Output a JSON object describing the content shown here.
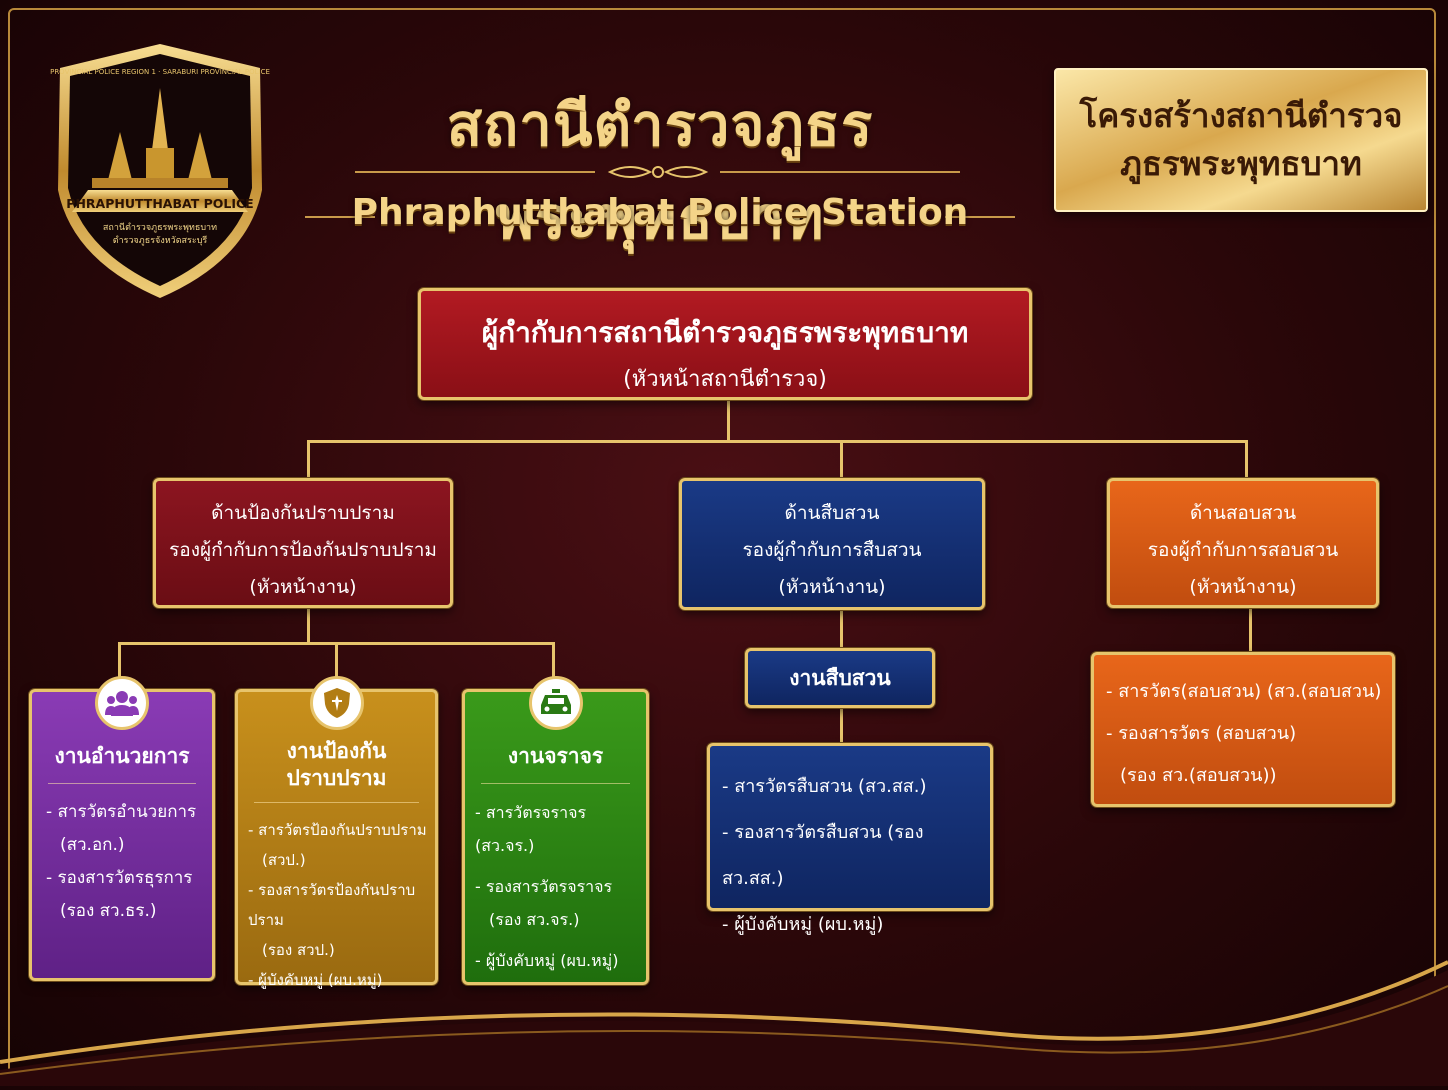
{
  "header": {
    "title_th": "สถานีตำรวจภูธรพระพุทธบาท",
    "title_en": "Phraphutthabat Police Station",
    "corner_line1": "โครงสร้างสถานีตำรวจ",
    "corner_line2": "ภูธรพระพุทธบาท"
  },
  "badge": {
    "arc_left": "PROVINCIAL POLICE REGION 1",
    "arc_right": "SARABURI PROVINCIAL POLICE",
    "banner": "PHRAPHUTTHABAT POLICE",
    "sub1": "สถานีตำรวจภูธรพระพุทธบาท",
    "sub2": "ตำรวจภูธรจังหวัดสระบุรี"
  },
  "chief": {
    "title": "ผู้กำกับการสถานีตำรวจภูธรพระพุทธบาท",
    "role": "(หัวหน้าสถานีตำรวจ)"
  },
  "divisions": {
    "prevention": {
      "l1": "ด้านป้องกันปราบปราม",
      "l2": "รองผู้กำกับการป้องกันปราบปราม",
      "l3": "(หัวหน้างาน)"
    },
    "investigation": {
      "l1": "ด้านสืบสวน",
      "l2": "รองผู้กำกับการสืบสวน",
      "l3": "(หัวหน้างาน)"
    },
    "inquiry": {
      "l1": "ด้านสอบสวน",
      "l2": "รองผู้กำกับการสอบสวน",
      "l3": "(หัวหน้างาน)"
    }
  },
  "units": {
    "admin": {
      "title": "งานอำนวยการ",
      "items": [
        "- สารวัตรอำนวยการ",
        "(สว.อก.)",
        "- รองสารวัตรธุรการ",
        "(รอง สว.ธร.)"
      ]
    },
    "suppression": {
      "title1": "งานป้องกัน",
      "title2": "ปราบปราม",
      "items": [
        "- สารวัตรป้องกันปราบปราม",
        "(สวป.)",
        "- รองสารวัตรป้องกันปราบปราม",
        "(รอง สวป.)",
        "- ผู้บังคับหมู่ (ผบ.หมู่)"
      ]
    },
    "traffic": {
      "title": "งานจราจร",
      "items": [
        "- สารวัตรจราจร (สว.จร.)",
        "- รองสารวัตรจราจร",
        "(รอง สว.จร.)",
        "- ผู้บังคับหมู่ (ผบ.หมู่)"
      ]
    },
    "investigation": {
      "title": "งานสืบสวน",
      "items": [
        "- สารวัตรสืบสวน (สว.สส.)",
        "- รองสารวัตรสืบสวน (รอง สว.สส.)",
        "- ผู้บังคับหมู่ (ผบ.หมู่)"
      ]
    },
    "inquiry": {
      "items": [
        "- สารวัตร(สอบสวน) (สว.(สอบสวน)",
        "- รองสารวัตร (สอบสวน)",
        "(รอง สว.(สอบสวน))"
      ]
    }
  },
  "icons": {
    "admin": "people-icon",
    "suppression": "shield-icon",
    "traffic": "car-icon"
  },
  "colors": {
    "gold": "#e7c46c",
    "chief": "#b21a22",
    "prevention": "#8c1520",
    "investigation": "#1a3a86",
    "inquiry": "#e8661a",
    "admin": "#8a3bb5",
    "suppression": "#c8901c",
    "traffic": "#3a9a1a"
  }
}
